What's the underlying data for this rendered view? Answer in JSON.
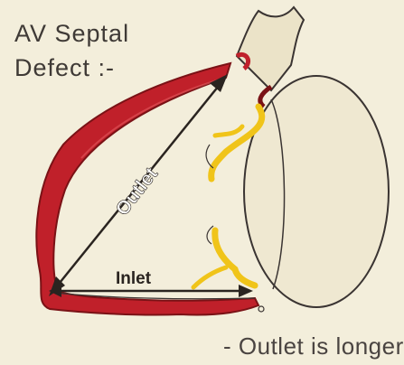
{
  "title_line1": "AV Septal",
  "title_line2": "Defect :-",
  "labels": {
    "outlet": "Outlet",
    "inlet": "Inlet"
  },
  "note": "- Outlet is longer",
  "colors": {
    "background": "#f3eedb",
    "ventricle_wall": "#c0202a",
    "valve_tissue": "#f0c419",
    "outline": "#3a3432",
    "arrow": "#2a2420"
  }
}
